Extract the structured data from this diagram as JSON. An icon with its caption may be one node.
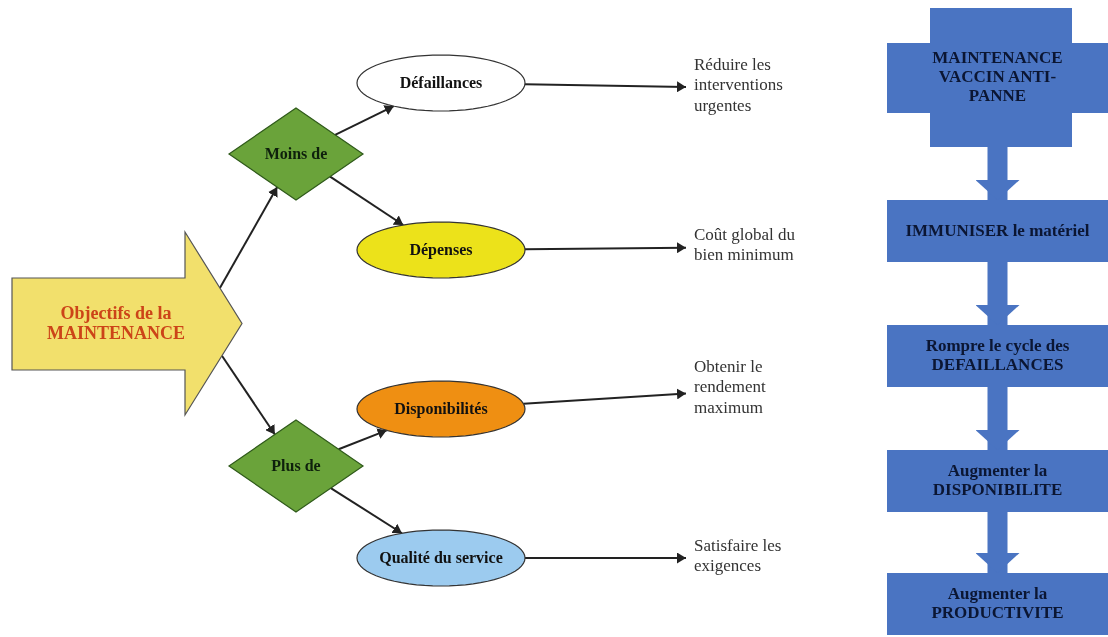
{
  "diagram": {
    "nodes": [
      {
        "text": [
          "Objectifs de la MAINTENANCE"
        ]
      },
      {
        "text": [
          "Moins de"
        ]
      },
      {
        "text": [
          "Défaillances"
        ]
      },
      {
        "text": [
          "Réduire les interventions urgentes"
        ]
      },
      {
        "text": [
          "Dépenses"
        ]
      },
      {
        "text": [
          "Coût global du bien minimum"
        ]
      },
      {
        "text": [
          "Plus de"
        ]
      },
      {
        "text": [
          "Disponibilités"
        ]
      },
      {
        "text": [
          "Obtenir le rendement maximum"
        ]
      },
      {
        "text": [
          "Qualité du service"
        ]
      },
      {
        "text": [
          "Satisfaire les exigences"
        ]
      },
      {
        "text": [
          "MAINTENANCE VACCIN ANTI-PANNE"
        ]
      },
      {
        "text": [
          "IMMUNISER le matériel"
        ]
      },
      {
        "text": [
          "Rompre le cycle des DEFAILLANCES"
        ]
      },
      {
        "text": [
          "Augmenter la DISPONIBILITE"
        ]
      },
      {
        "text": [
          "Augmenter la PRODUCTIVITE"
        ]
      }
    ],
    "edges": [
      {
        "from": 0,
        "to": 1,
        "arrow": "to"
      },
      {
        "from": 1,
        "to": 2,
        "arrow": "to"
      },
      {
        "from": 1,
        "to": 4,
        "arrow": "to"
      },
      {
        "from": 2,
        "to": 3,
        "arrow": "to"
      },
      {
        "from": 4,
        "to": 5,
        "arrow": "to"
      },
      {
        "from": 0,
        "to": 6,
        "arrow": "to"
      },
      {
        "from": 6,
        "to": 7,
        "arrow": "to"
      },
      {
        "from": 6,
        "to": 9,
        "arrow": "to"
      },
      {
        "from": 7,
        "to": 8,
        "arrow": "to"
      },
      {
        "from": 9,
        "to": 10,
        "arrow": "to"
      },
      {
        "from": 11,
        "to": 12,
        "arrow": "to",
        "style": "thick",
        "color": "#4a74c2"
      },
      {
        "from": 12,
        "to": 13,
        "arrow": "to",
        "style": "thick",
        "color": "#4a74c2"
      },
      {
        "from": 13,
        "to": 14,
        "arrow": "to",
        "style": "thick",
        "color": "#4a74c2"
      },
      {
        "from": 14,
        "to": 15,
        "arrow": "to",
        "style": "thick",
        "color": "#4a74c2"
      }
    ]
  }
}
